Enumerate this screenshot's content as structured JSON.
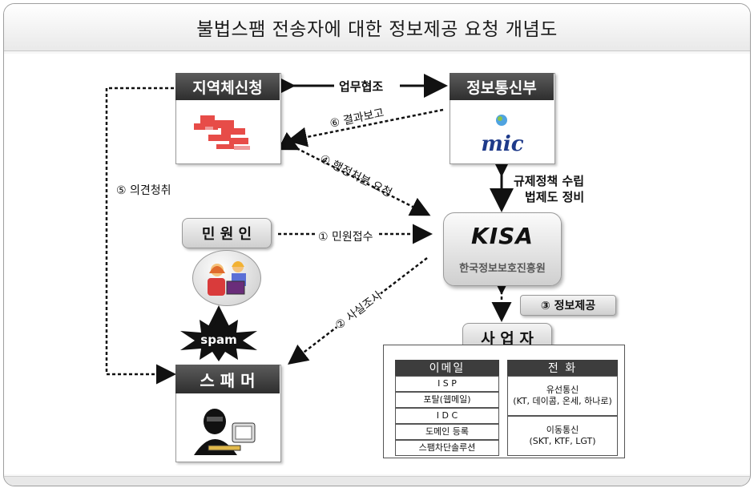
{
  "title": "불법스팸 전송자에 대한 정보제공 요청 개념도",
  "nodes": {
    "regional_office": "지역체신청",
    "ministry": "정보통신부",
    "complainant": "민 원 인",
    "spammer": "스 패 머",
    "spam_burst": "spam",
    "kisa_logo": "KISA",
    "kisa_name": "한국정보보호진흥원",
    "business": "사 업 자"
  },
  "edges": {
    "cooperation": "업무협조",
    "report_result": "⑥ 결과보고",
    "admin_request": "④ 행정처분 요청",
    "opinion_hearing": "⑤ 의견청취",
    "complaint_receipt": "① 민원접수",
    "fact_investigation": "② 사실조사",
    "policy_line1": "규제정책 수립",
    "policy_line2": "법제도 정비",
    "info_provision": "③ 정보제공"
  },
  "business_table": {
    "email_header": "이메일",
    "phone_header": "전 화",
    "email_items": [
      "I S P",
      "포탈(웹메일)",
      "I D C",
      "도메인 등록",
      "스팸차단솔루션"
    ],
    "phone_items": [
      {
        "line1": "유선통신",
        "line2": "(KT, 데이콤, 온세, 하나로)"
      },
      {
        "line1": "이동통신",
        "line2": "(SKT, KTF, LGT)"
      }
    ]
  },
  "logos": {
    "mic": "mic"
  }
}
